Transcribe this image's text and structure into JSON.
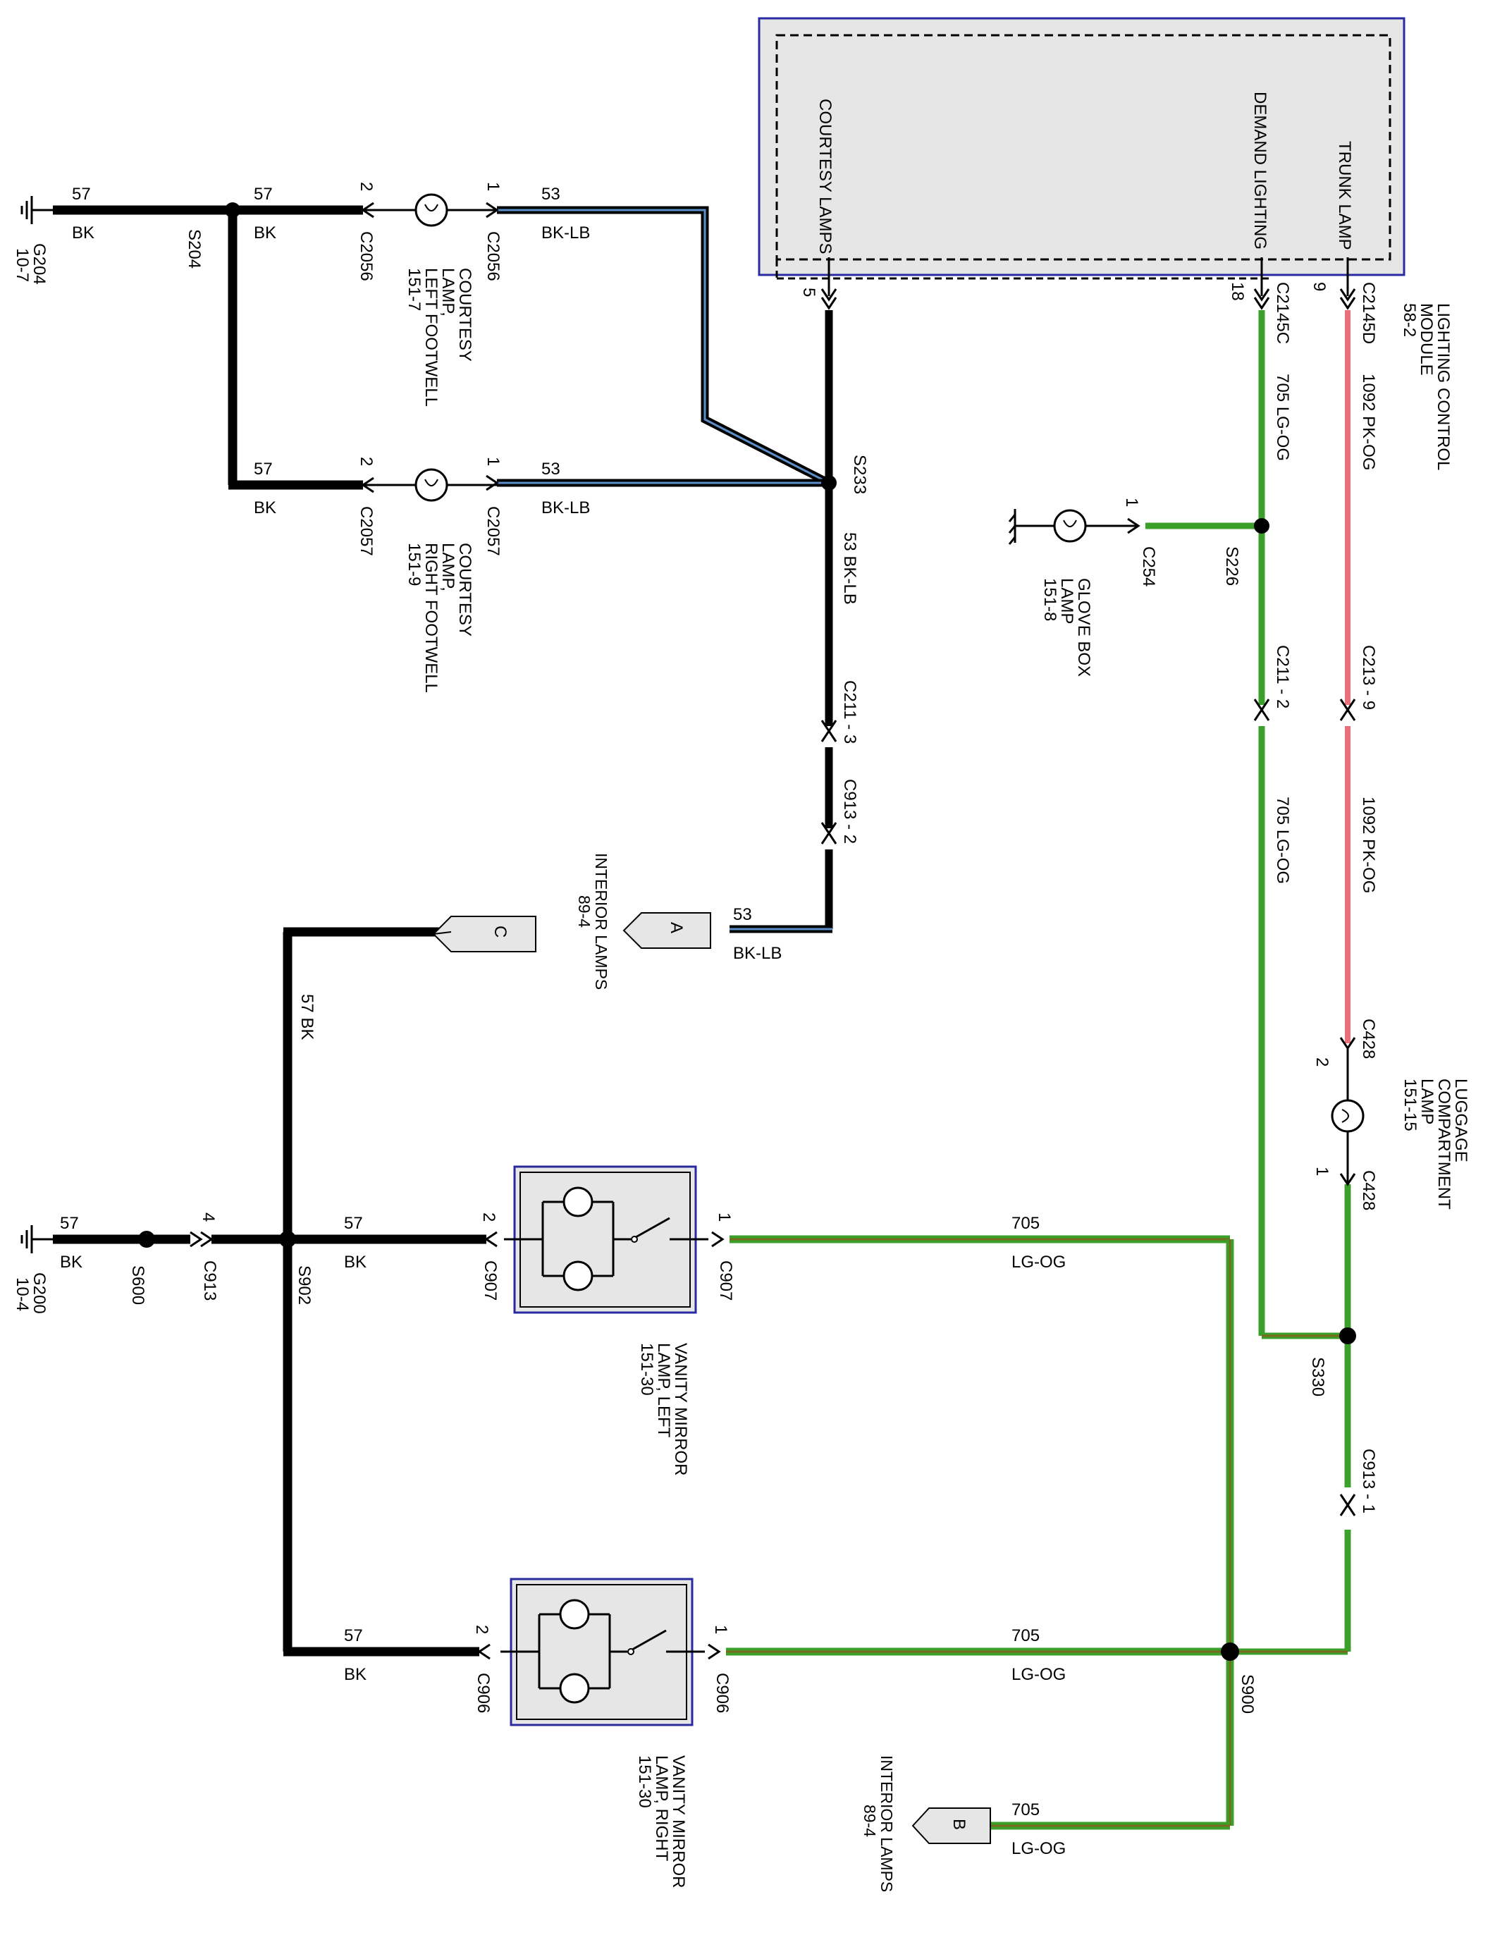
{
  "module": {
    "pins": {
      "courtesy_lamps": "COURTESY LAMPS",
      "demand_lighting": "DEMAND LIGHTING",
      "trunk_lamp": "TRUNK LAMP"
    },
    "pin_numbers": {
      "courtesy": "5",
      "demand": "18",
      "trunk": "9"
    },
    "label_lines": [
      "LIGHTING CONTROL",
      "MODULE",
      "58-2"
    ]
  },
  "connectors": {
    "c2145c": "C2145C",
    "c2145d": "C2145D",
    "c2056": "C2056",
    "c2057": "C2057",
    "c254": "C254",
    "c211_2": "C211 - 2",
    "c211_3": "C211 - 3",
    "c213_9": "C213 - 9",
    "c913_2": "C913 - 2",
    "c913_1": "C913 - 1",
    "c913": "C913",
    "c428": "C428",
    "c907": "C907",
    "c906": "C906"
  },
  "pin_labels": {
    "one": "1",
    "two": "2",
    "four": "4"
  },
  "splices": {
    "s204": "S204",
    "s233": "S233",
    "s226": "S226",
    "s330": "S330",
    "s600": "S600",
    "s902": "S902",
    "s900": "S900"
  },
  "grounds": {
    "g204": {
      "name": "G204",
      "ref": "10-7"
    },
    "g200": {
      "name": "G200",
      "ref": "10-4"
    }
  },
  "wires": {
    "ckt57": "57",
    "bk": "BK",
    "ckt53": "53",
    "bklb": "BK-LB",
    "ckt705": "705",
    "lgog": "LG-OG",
    "ckt1092": "1092",
    "pkog": "PK-OG",
    "ckt53_bklb": "53  BK-LB",
    "ckt705_lgog": "705   LG-OG",
    "ckt1092_pkog": "1092   PK-OG",
    "ckt57_bk": "57  BK"
  },
  "components": {
    "courtesy_left": [
      "COURTESY",
      "LAMP,",
      "LEFT FOOTWELL",
      "151-7"
    ],
    "courtesy_right": [
      "COURTESY",
      "LAMP,",
      "RIGHT FOOTWELL",
      "151-9"
    ],
    "glove_box": [
      "GLOVE BOX",
      "LAMP",
      "151-8"
    ],
    "luggage": [
      "LUGGAGE",
      "COMPARTMENT",
      "LAMP",
      "151-15"
    ],
    "vanity_left": [
      "VANITY MIRROR",
      "LAMP, LEFT",
      "151-30"
    ],
    "vanity_right": [
      "VANITY MIRROR",
      "LAMP, RIGHT",
      "151-30"
    ]
  },
  "offpage": {
    "a": {
      "letter": "A"
    },
    "b": {
      "letter": "B",
      "lines": [
        "INTERIOR LAMPS",
        "89-4"
      ]
    },
    "c": {
      "letter": "C",
      "lines": [
        "INTERIOR LAMPS",
        "89-4"
      ]
    }
  },
  "colors": {
    "black_wire": "#000000",
    "blue_stripe": "#5b8fc9",
    "green_wire": "#3aa02a",
    "olive_stripe": "#7a6a1e",
    "pink_wire": "#e8707a",
    "module_fill": "#e6e6e6",
    "module_border": "#2a2aa0"
  }
}
